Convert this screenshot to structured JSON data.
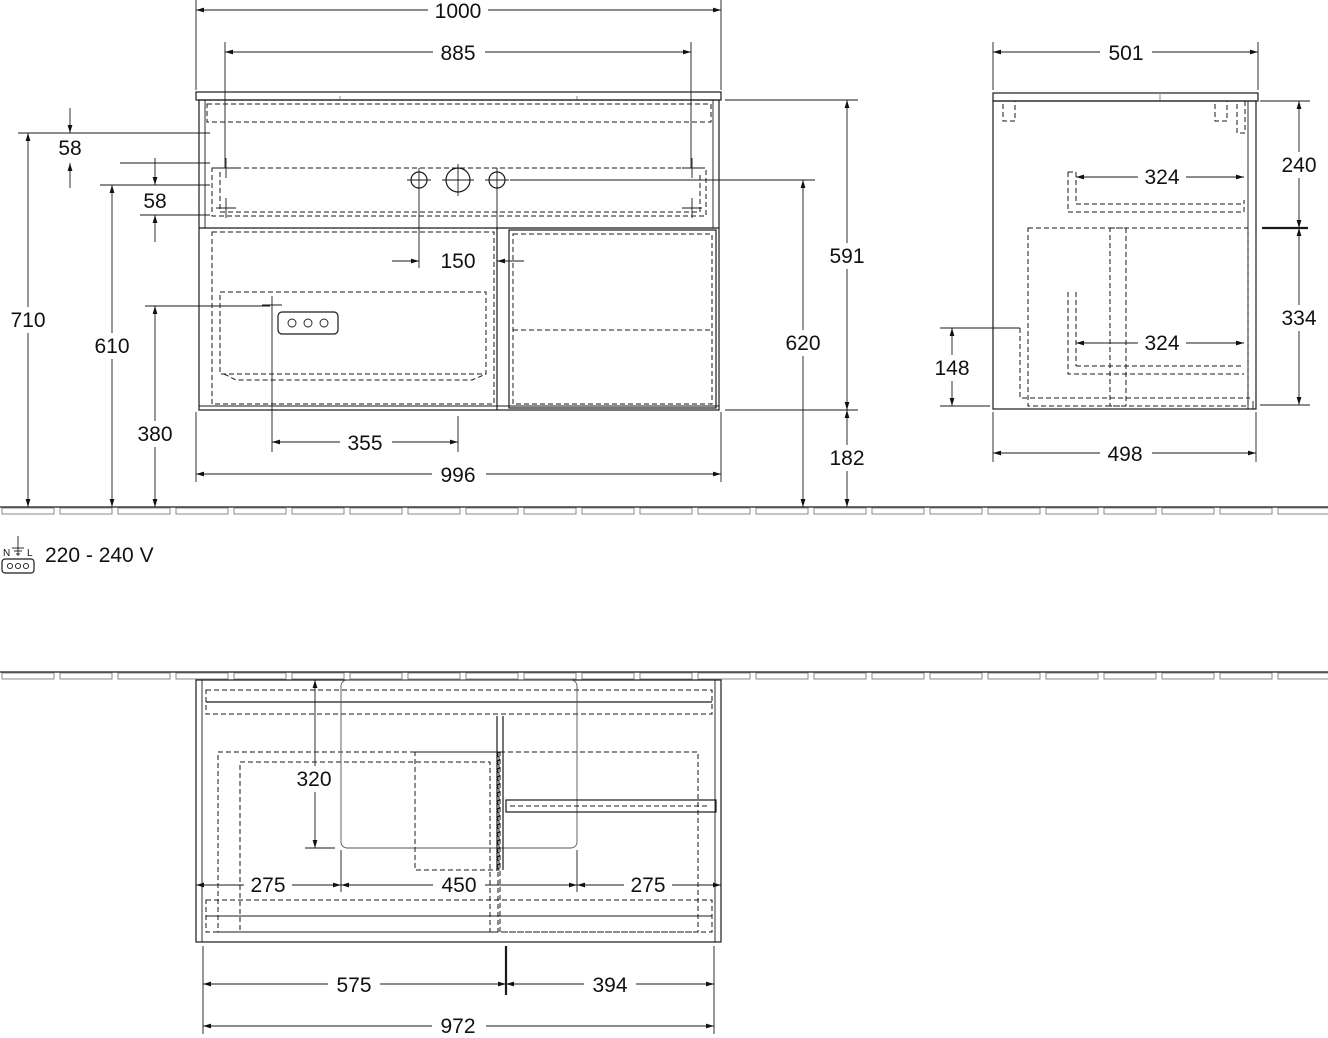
{
  "front_view": {
    "dimensions": {
      "total_width": "1000",
      "tap_hole_span": "885",
      "offset_upper": "58",
      "offset_lower": "58",
      "height_total": "710",
      "height_610": "610",
      "socket_height": "380",
      "tap_spacing": "150",
      "socket_offset": "355",
      "body_width": "996",
      "body_height": "591",
      "drain_height": "620",
      "floor_gap": "182"
    },
    "socket_label": "220 - 240 V"
  },
  "side_view": {
    "dimensions": {
      "top_depth": "501",
      "upper_section": "240",
      "upper_shelf": "324",
      "lower_section": "334",
      "lower_shelf": "324",
      "socket_height": "148",
      "body_depth": "498"
    }
  },
  "top_view": {
    "dimensions": {
      "drawer_depth": "320",
      "left_offset": "275",
      "cutout_width": "450",
      "right_offset": "275",
      "left_compartment": "575",
      "right_compartment": "394",
      "inner_width": "972"
    }
  },
  "power_symbol": {
    "n_label": "N",
    "l_label": "L"
  }
}
